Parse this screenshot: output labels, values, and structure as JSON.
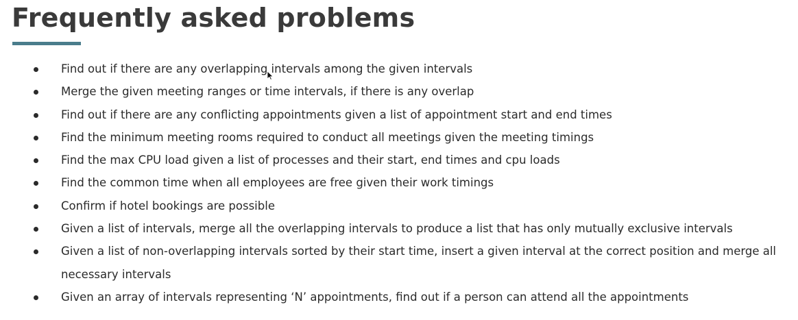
{
  "slide": {
    "title": "Frequently asked problems",
    "accent_color": "#4a7d8c",
    "problems": [
      "Find out if there are any overlapping intervals among the given intervals",
      "Merge the given meeting ranges or time intervals, if there is any overlap",
      "Find out if there are any conflicting appointments given a list of appointment start and end times",
      "Find the minimum meeting rooms required to conduct all meetings given the meeting timings",
      "Find the max CPU load given a list of processes and their start, end times and cpu loads",
      "Find the common time when all employees are free given their work timings",
      "Confirm if hotel bookings are possible",
      "Given a list of intervals, merge all the overlapping intervals to produce a list that has only mutually exclusive intervals",
      "Given a list of non-overlapping intervals sorted by their start time, insert a given interval at the correct position and merge all necessary intervals",
      "Given an array of intervals representing ‘N’ appointments, find out if a person can attend all the appointments"
    ]
  },
  "cursor": {
    "icon": "mouse-pointer-icon"
  }
}
